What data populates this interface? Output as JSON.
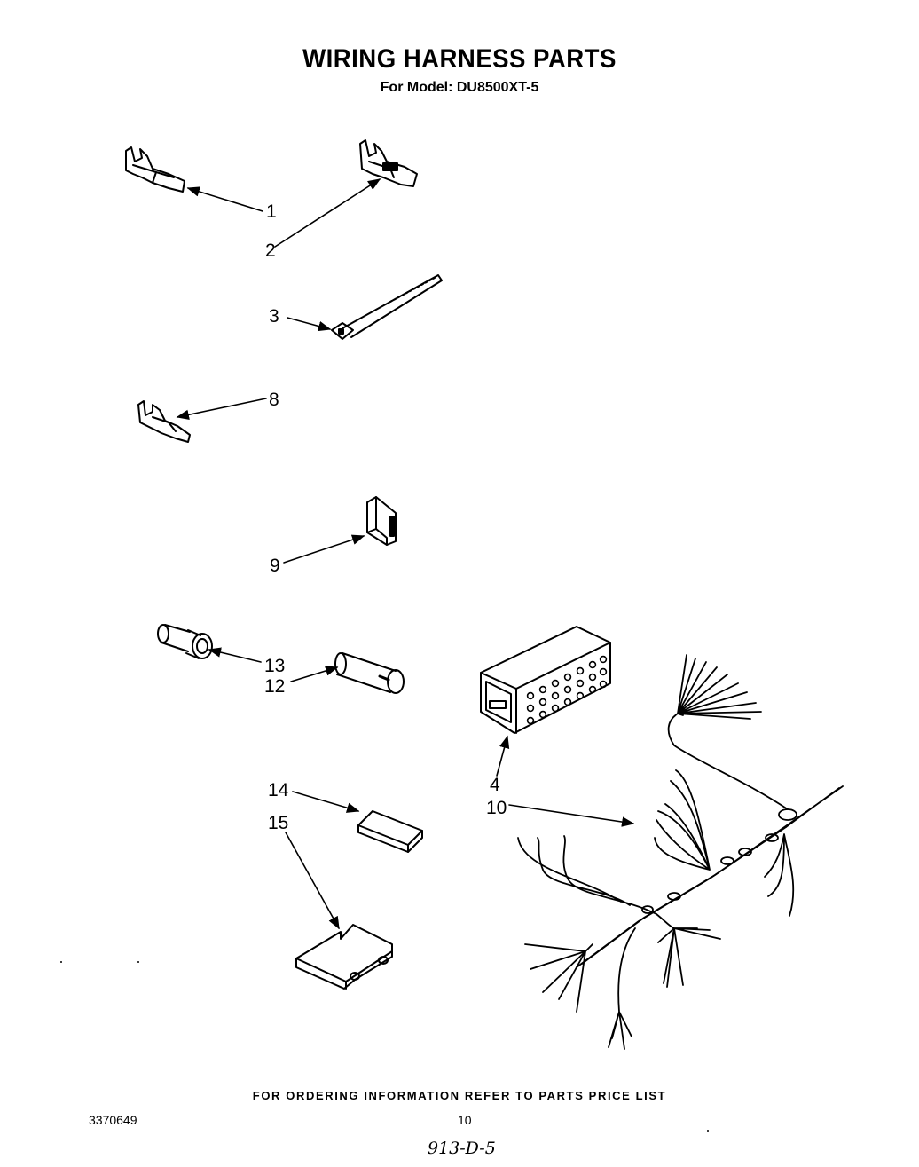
{
  "title": "WIRING HARNESS PARTS",
  "subtitle": "For Model: DU8500XT-5",
  "footer": "FOR ORDERING INFORMATION REFER TO PARTS PRICE LIST",
  "document_number": "3370649",
  "page_number": "10",
  "handwritten_note": "913-D-5",
  "callouts": {
    "c1": "1",
    "c2": "2",
    "c3": "3",
    "c8": "8",
    "c9": "9",
    "c13": "13",
    "c12": "12",
    "c4": "4",
    "c10": "10",
    "c14": "14",
    "c15": "15"
  }
}
